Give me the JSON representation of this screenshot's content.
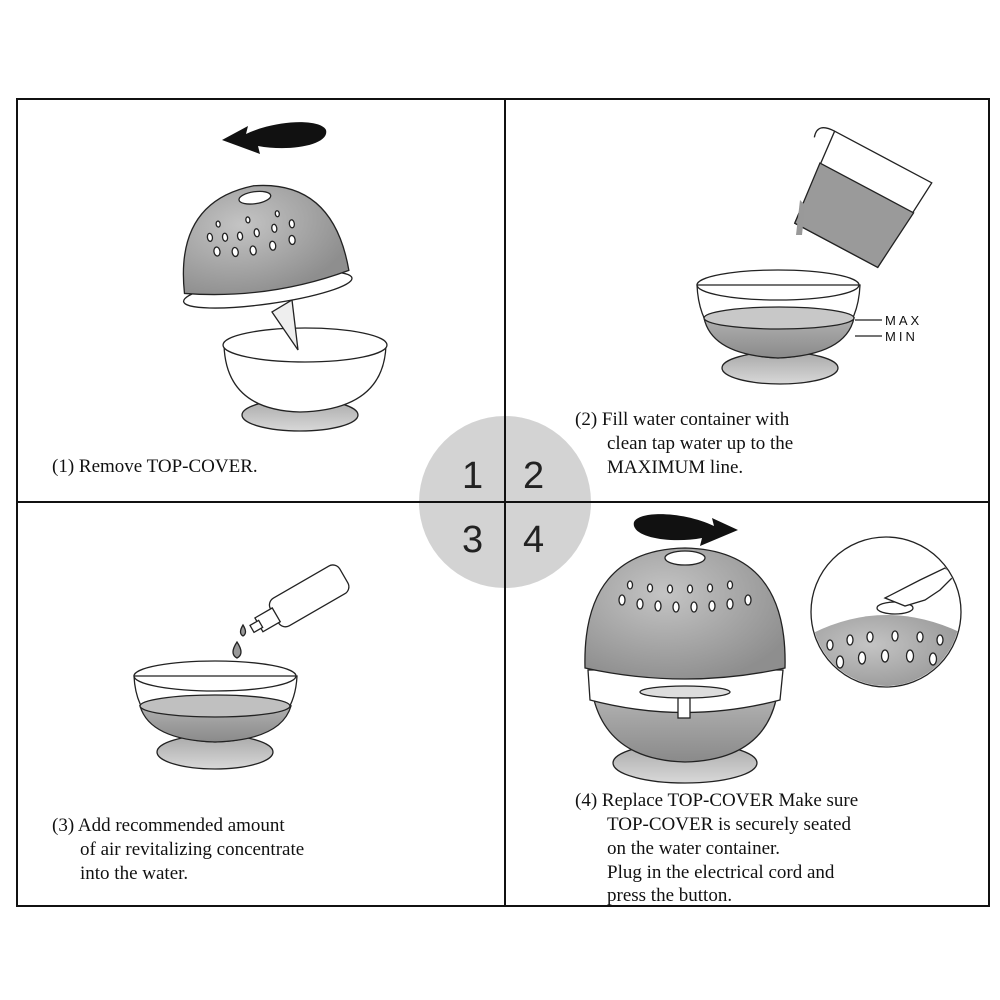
{
  "steps": [
    {
      "number": "1",
      "lines": [
        "(1) Remove TOP-COVER."
      ]
    },
    {
      "number": "2",
      "lines": [
        "(2) Fill water container with",
        "clean tap water up to the",
        "MAXIMUM line."
      ],
      "level_labels": {
        "max": "MAX",
        "min": "MIN"
      }
    },
    {
      "number": "3",
      "lines": [
        "(3) Add recommended amount",
        "of air revitalizing concentrate",
        "into the water."
      ]
    },
    {
      "number": "4",
      "lines": [
        "(4) Replace TOP-COVER Make sure",
        "TOP-COVER is securely seated",
        "on the water container.",
        "Plug in the electrical cord and",
        "press the button."
      ]
    }
  ],
  "colors": {
    "circle": "#d3d3d3",
    "shell": "#a9a9a9",
    "water": "#9a9a9a",
    "base": "#bdbdbd"
  }
}
